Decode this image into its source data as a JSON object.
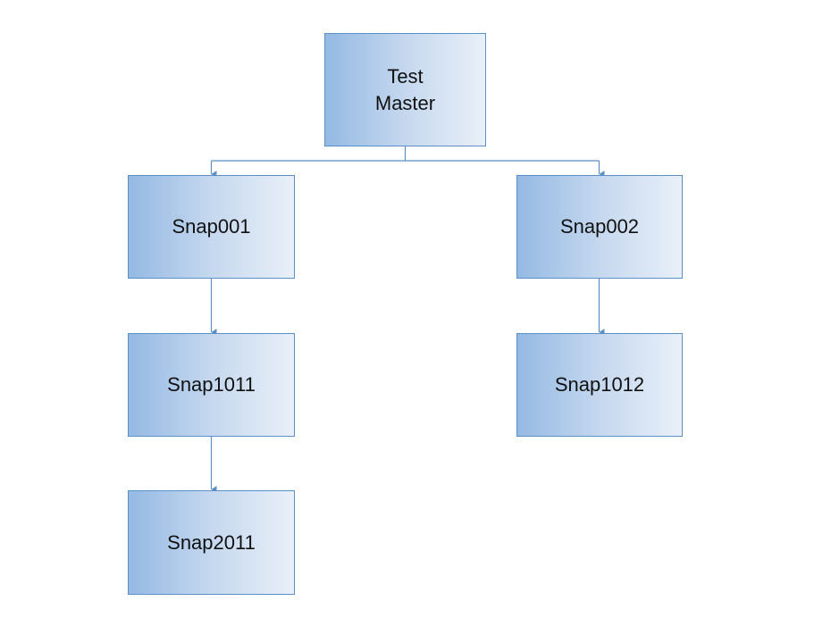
{
  "diagram": {
    "type": "hierarchy",
    "colors": {
      "node_border": "#5b8fc8",
      "node_fill_start": "#94b9e3",
      "node_fill_end": "#e9f0f8",
      "connector": "#5b8fc8",
      "text": "#111111"
    },
    "nodes": {
      "test_master": {
        "label": "Test\nMaster"
      },
      "snap001": {
        "label": "Snap001"
      },
      "snap002": {
        "label": "Snap002"
      },
      "snap1011": {
        "label": "Snap1011"
      },
      "snap1012": {
        "label": "Snap1012"
      },
      "snap2011": {
        "label": "Snap2011"
      }
    },
    "edges": [
      {
        "from": "test_master",
        "to": "snap001"
      },
      {
        "from": "test_master",
        "to": "snap002"
      },
      {
        "from": "snap001",
        "to": "snap1011"
      },
      {
        "from": "snap002",
        "to": "snap1012"
      },
      {
        "from": "snap1011",
        "to": "snap2011"
      }
    ]
  }
}
